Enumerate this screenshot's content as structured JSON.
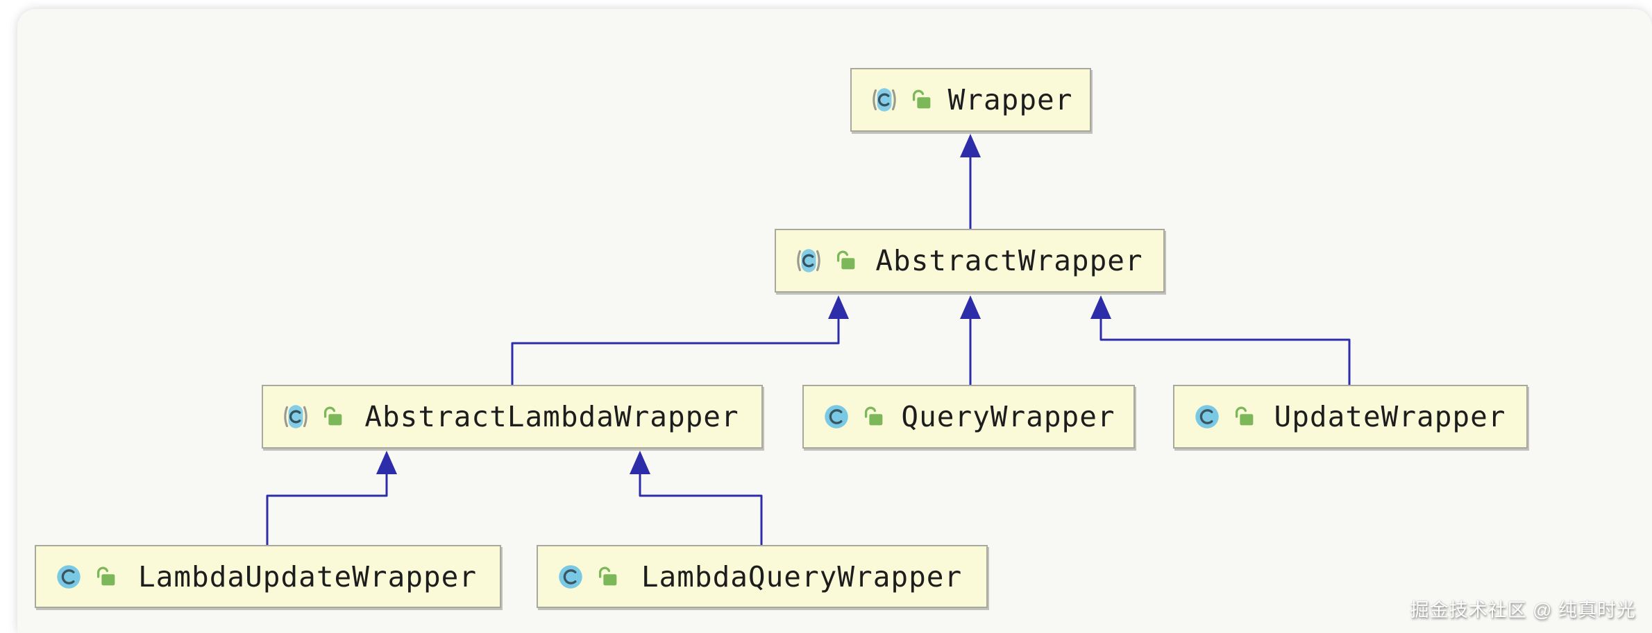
{
  "page": {
    "watermark": "掘金技术社区 @ 纯真时光"
  },
  "colors": {
    "panel_background": "#f8f9f5",
    "node_fill": "#fafad8",
    "node_border": "#a8a89e",
    "node_text": "#1d1d1d",
    "edge_blue": "#2d2daa",
    "class_icon_blue": "#7ac9e4",
    "class_icon_letter": "#3a5560",
    "lock_green": "#7cb85a",
    "abstract_paren_gray": "#9a9a92"
  },
  "diagram": {
    "type": "uml-class-inheritance-hierarchy",
    "nodes": [
      {
        "label": "Wrapper",
        "kind": "abstract-class",
        "icons": [
          "abstract-class-icon",
          "open-lock-icon"
        ]
      },
      {
        "label": "AbstractWrapper",
        "kind": "abstract-class",
        "icons": [
          "abstract-class-icon",
          "open-lock-icon"
        ]
      },
      {
        "label": "AbstractLambdaWrapper",
        "kind": "abstract-class",
        "icons": [
          "abstract-class-icon",
          "open-lock-icon"
        ]
      },
      {
        "label": "QueryWrapper",
        "kind": "class",
        "icons": [
          "class-icon",
          "open-lock-icon"
        ]
      },
      {
        "label": "UpdateWrapper",
        "kind": "class",
        "icons": [
          "class-icon",
          "open-lock-icon"
        ]
      },
      {
        "label": "LambdaUpdateWrapper",
        "kind": "class",
        "icons": [
          "class-icon",
          "open-lock-icon"
        ]
      },
      {
        "label": "LambdaQueryWrapper",
        "kind": "class",
        "icons": [
          "class-icon",
          "open-lock-icon"
        ]
      }
    ],
    "edges": [
      {
        "from": "AbstractWrapper",
        "to": "Wrapper",
        "type": "extends"
      },
      {
        "from": "AbstractLambdaWrapper",
        "to": "AbstractWrapper",
        "type": "extends"
      },
      {
        "from": "QueryWrapper",
        "to": "AbstractWrapper",
        "type": "extends"
      },
      {
        "from": "UpdateWrapper",
        "to": "AbstractWrapper",
        "type": "extends"
      },
      {
        "from": "LambdaUpdateWrapper",
        "to": "AbstractLambdaWrapper",
        "type": "extends"
      },
      {
        "from": "LambdaQueryWrapper",
        "to": "AbstractLambdaWrapper",
        "type": "extends"
      }
    ]
  }
}
